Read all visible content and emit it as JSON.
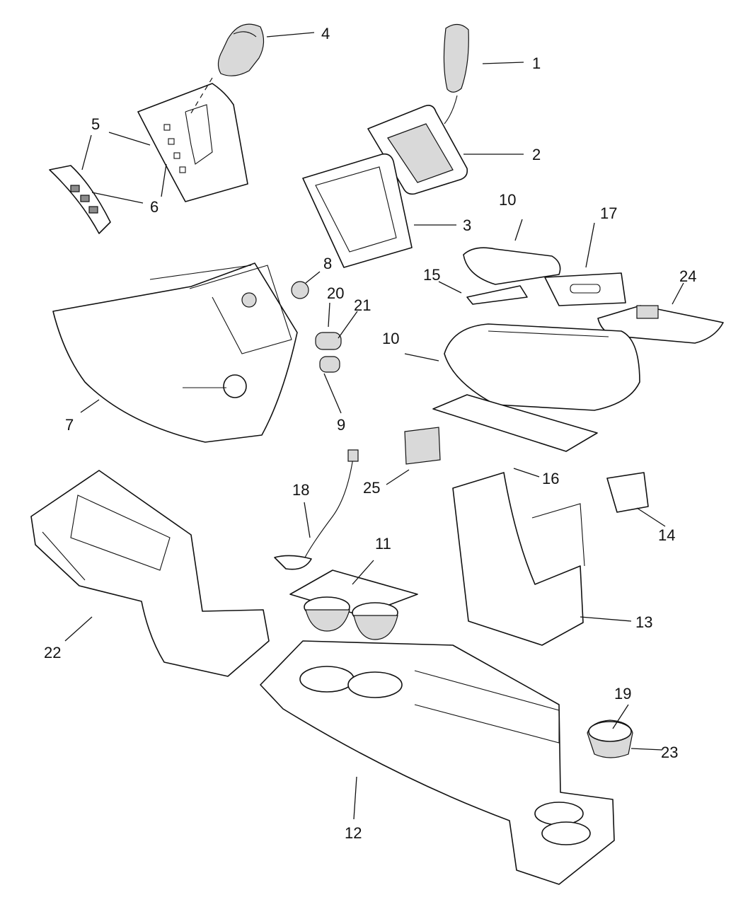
{
  "callouts": [
    {
      "id": "c1",
      "text": "1"
    },
    {
      "id": "c2",
      "text": "2"
    },
    {
      "id": "c3",
      "text": "3"
    },
    {
      "id": "c4",
      "text": "4"
    },
    {
      "id": "c5a",
      "text": "5"
    },
    {
      "id": "c5b",
      "text": "5"
    },
    {
      "id": "c6a",
      "text": "6"
    },
    {
      "id": "c6b",
      "text": "6"
    },
    {
      "id": "c7",
      "text": "7"
    },
    {
      "id": "c8",
      "text": "8"
    },
    {
      "id": "c9",
      "text": "9"
    },
    {
      "id": "c10a",
      "text": "10"
    },
    {
      "id": "c10b",
      "text": "10"
    },
    {
      "id": "c11",
      "text": "11"
    },
    {
      "id": "c12",
      "text": "12"
    },
    {
      "id": "c13",
      "text": "13"
    },
    {
      "id": "c14",
      "text": "14"
    },
    {
      "id": "c15",
      "text": "15"
    },
    {
      "id": "c16",
      "text": "16"
    },
    {
      "id": "c17",
      "text": "17"
    },
    {
      "id": "c18",
      "text": "18"
    },
    {
      "id": "c19",
      "text": "19"
    },
    {
      "id": "c20",
      "text": "20"
    },
    {
      "id": "c21",
      "text": "21"
    },
    {
      "id": "c22",
      "text": "22"
    },
    {
      "id": "c23",
      "text": "23"
    },
    {
      "id": "c24",
      "text": "24"
    },
    {
      "id": "c25",
      "text": "25"
    }
  ]
}
